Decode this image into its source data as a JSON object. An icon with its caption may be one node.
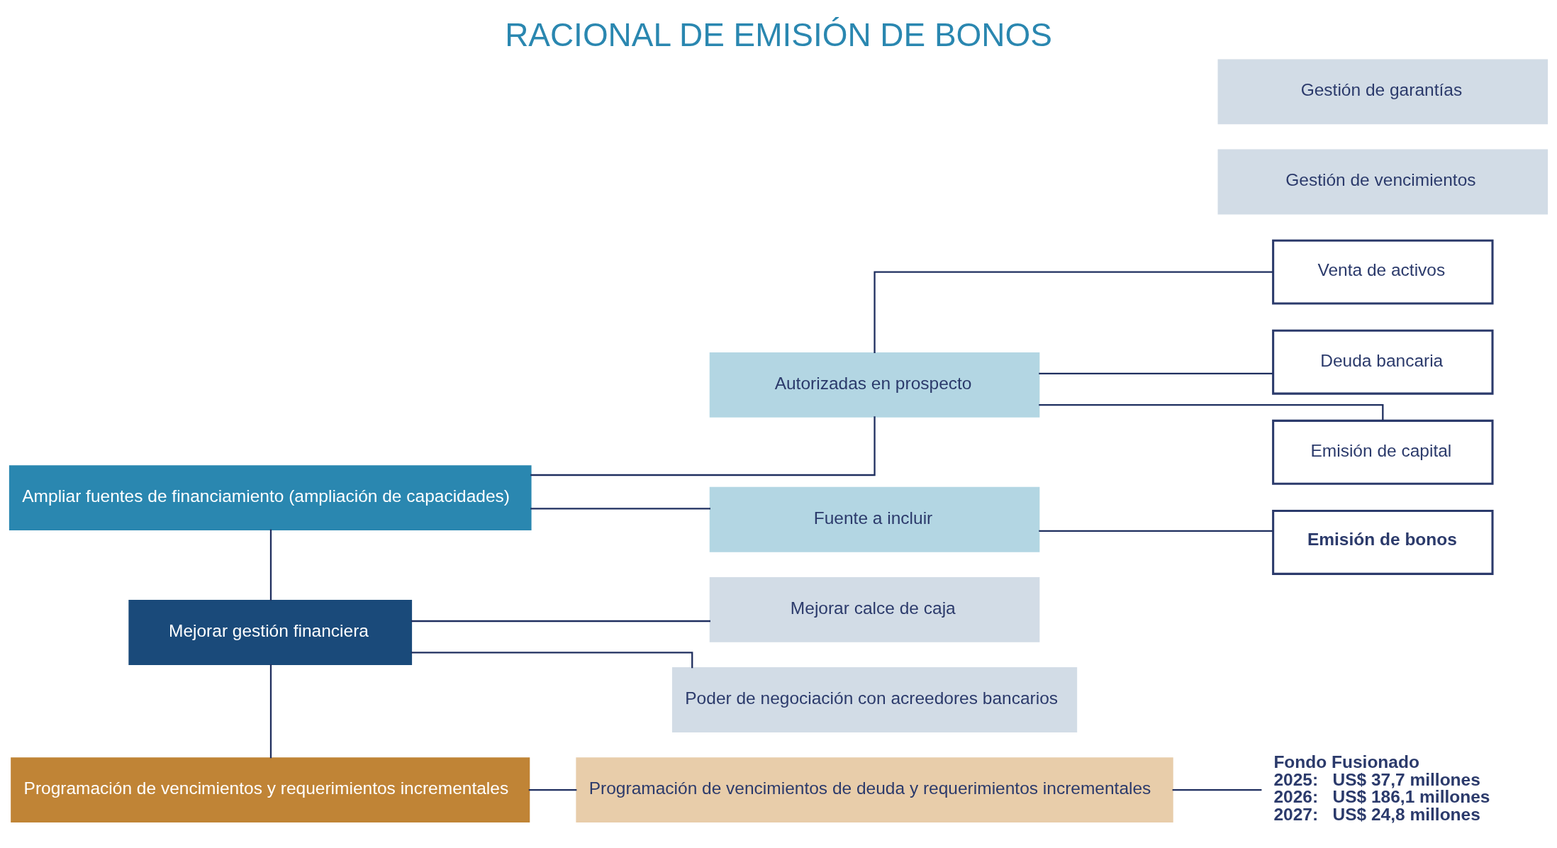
{
  "diagram": {
    "title": "RACIONAL DE EMISIÓN DE BONOS",
    "nodes": [
      {
        "text": [
          "Ampliar fuentes de financiamiento (ampliación de capacidades)"
        ]
      },
      {
        "text": [
          "Autorizadas en prospecto"
        ]
      },
      {
        "text": [
          "Fuente a incluir"
        ]
      },
      {
        "text": [
          "Venta de activos"
        ]
      },
      {
        "text": [
          "Deuda bancaria"
        ]
      },
      {
        "text": [
          "Emisión de capital"
        ]
      },
      {
        "text": [
          "Emisión de bonos"
        ]
      },
      {
        "text": [
          "Mejorar gestión financiera"
        ]
      },
      {
        "text": [
          "Mejorar calce de caja"
        ]
      },
      {
        "text": [
          "Poder de negociación con acreedores bancarios"
        ]
      },
      {
        "text": [
          "Gestión de vencimientos"
        ]
      },
      {
        "text": [
          "Gestión de garantías"
        ]
      },
      {
        "text": [
          "Programación de vencimientos y requerimientos incrementales"
        ]
      },
      {
        "text": [
          "Programación de vencimientos de deuda y requerimientos incrementales"
        ]
      },
      {
        "text": [
          "Fondo Fusionado",
          "2025:   US$ 37,7 millones",
          "2026:   US$ 186,1 millones",
          "2027:   US$ 24,8 millones"
        ]
      }
    ],
    "edges": [
      {
        "from": 0,
        "to": 7,
        "arrow": "none"
      },
      {
        "from": 7,
        "to": 12,
        "arrow": "none"
      },
      {
        "from": 0,
        "to": 1,
        "arrow": "none"
      },
      {
        "from": 0,
        "to": 2,
        "arrow": "none"
      },
      {
        "from": 1,
        "to": 3,
        "arrow": "none"
      },
      {
        "from": 1,
        "to": 4,
        "arrow": "none"
      },
      {
        "from": 1,
        "to": 5,
        "arrow": "none"
      },
      {
        "from": 2,
        "to": 6,
        "arrow": "none"
      },
      {
        "from": 7,
        "to": 8,
        "arrow": "none"
      },
      {
        "from": 7,
        "to": 9,
        "arrow": "none"
      },
      {
        "from": 12,
        "to": 13,
        "arrow": "none"
      },
      {
        "from": 13,
        "to": 14,
        "arrow": "none"
      }
    ]
  }
}
